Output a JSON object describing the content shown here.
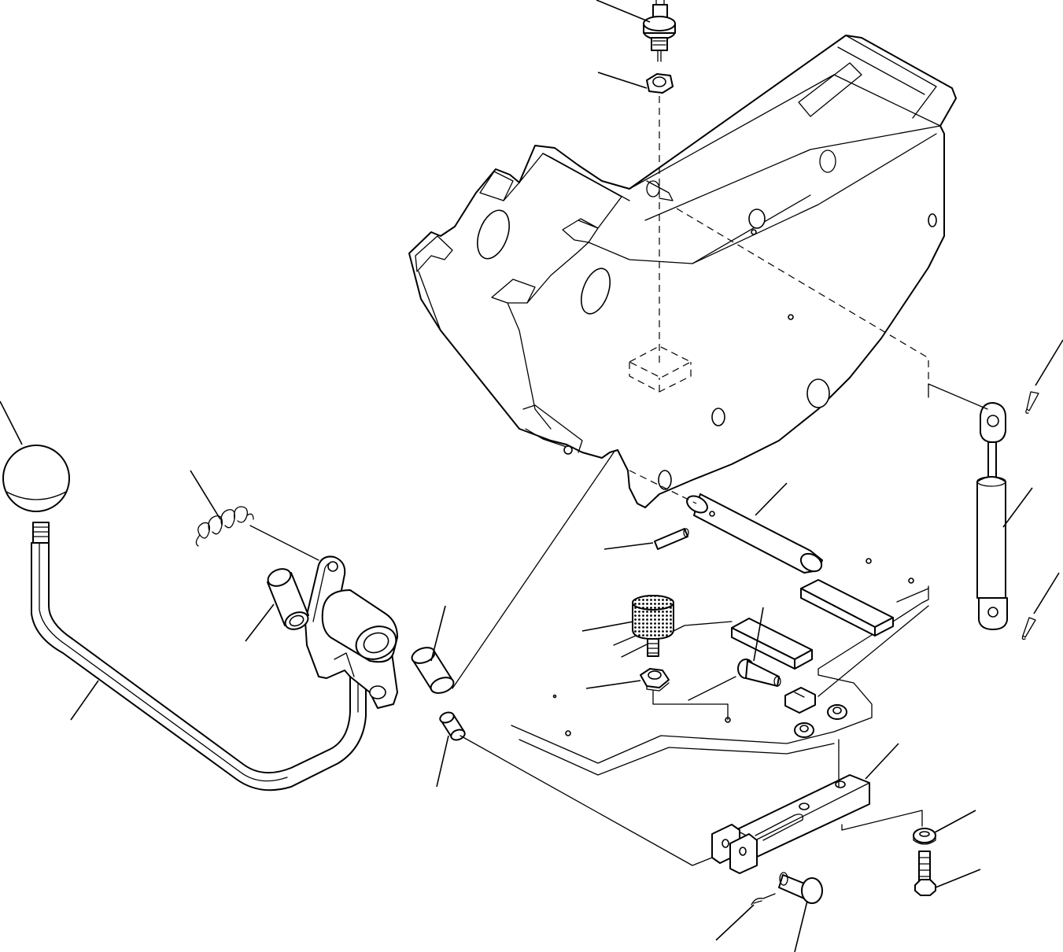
{
  "diagram": {
    "parts": [
      "sender-switch",
      "hex-nut",
      "pedal-bracket-frame",
      "cotter-pin",
      "gas-spring",
      "shift-knob",
      "return-spring",
      "pivot-pin",
      "roll-pin",
      "bushing",
      "pedal-boss",
      "shift-lever",
      "stop-bolt",
      "lock-nut",
      "clevis-pin",
      "lever-link",
      "washer",
      "hex-bolt"
    ],
    "colors": {
      "line": "#000000",
      "background": "#ffffff"
    }
  }
}
